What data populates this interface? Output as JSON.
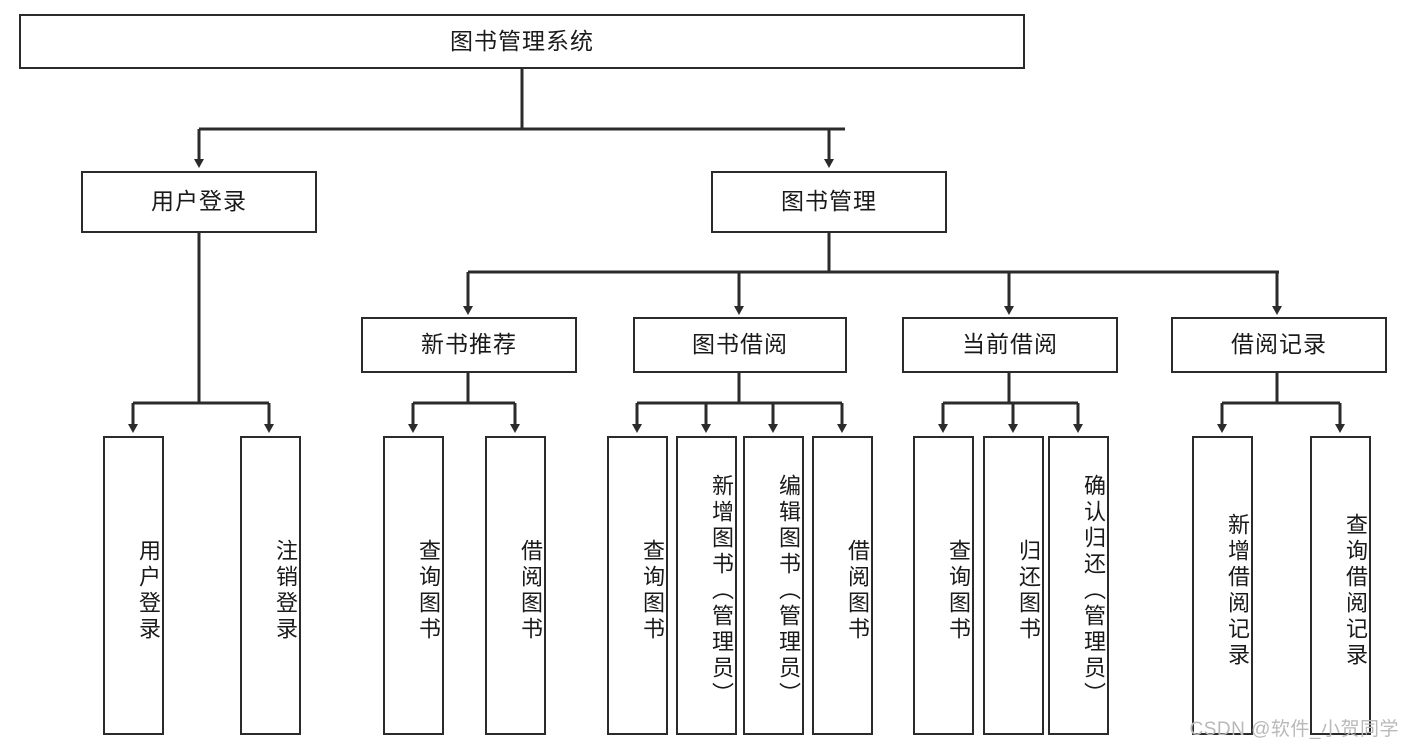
{
  "diagram": {
    "title": "图书管理系统",
    "type": "tree-structure-chart",
    "watermark": "CSDN @软件_小贺同学",
    "colors": {
      "stroke": "#2b2b2b",
      "fill": "#ffffff",
      "text": "#1a1a1a",
      "watermark": "#b9b9b9"
    }
  },
  "nodes": {
    "root": {
      "label": "图书管理系统"
    },
    "level2": [
      {
        "id": "user-login",
        "label": "用户登录"
      },
      {
        "id": "book-manage",
        "label": "图书管理"
      }
    ],
    "level3": [
      {
        "id": "new-book-rec",
        "label": "新书推荐"
      },
      {
        "id": "book-borrow",
        "label": "图书借阅"
      },
      {
        "id": "current-borrow",
        "label": "当前借阅"
      },
      {
        "id": "borrow-record",
        "label": "借阅记录"
      }
    ],
    "leaves": [
      {
        "id": "leaf-user-login",
        "label": "用户登录",
        "parent": "user-login"
      },
      {
        "id": "leaf-logout",
        "label": "注销登录",
        "parent": "user-login"
      },
      {
        "id": "leaf-query-book-1",
        "label": "查询图书",
        "parent": "new-book-rec"
      },
      {
        "id": "leaf-borrow-book-1",
        "label": "借阅图书",
        "parent": "new-book-rec"
      },
      {
        "id": "leaf-query-book-2",
        "label": "查询图书",
        "parent": "book-borrow"
      },
      {
        "id": "leaf-add-book",
        "label": "新增图书（管理员）",
        "parent": "book-borrow"
      },
      {
        "id": "leaf-edit-book",
        "label": "编辑图书（管理员）",
        "parent": "book-borrow"
      },
      {
        "id": "leaf-borrow-book-2",
        "label": "借阅图书",
        "parent": "book-borrow"
      },
      {
        "id": "leaf-query-book-3",
        "label": "查询图书",
        "parent": "current-borrow"
      },
      {
        "id": "leaf-return-book",
        "label": "归还图书",
        "parent": "current-borrow"
      },
      {
        "id": "leaf-confirm-return",
        "label": "确认归还（管理员）",
        "parent": "current-borrow"
      },
      {
        "id": "leaf-add-record",
        "label": "新增借阅记录",
        "parent": "borrow-record"
      },
      {
        "id": "leaf-query-record",
        "label": "查询借阅记录",
        "parent": "borrow-record"
      }
    ]
  }
}
